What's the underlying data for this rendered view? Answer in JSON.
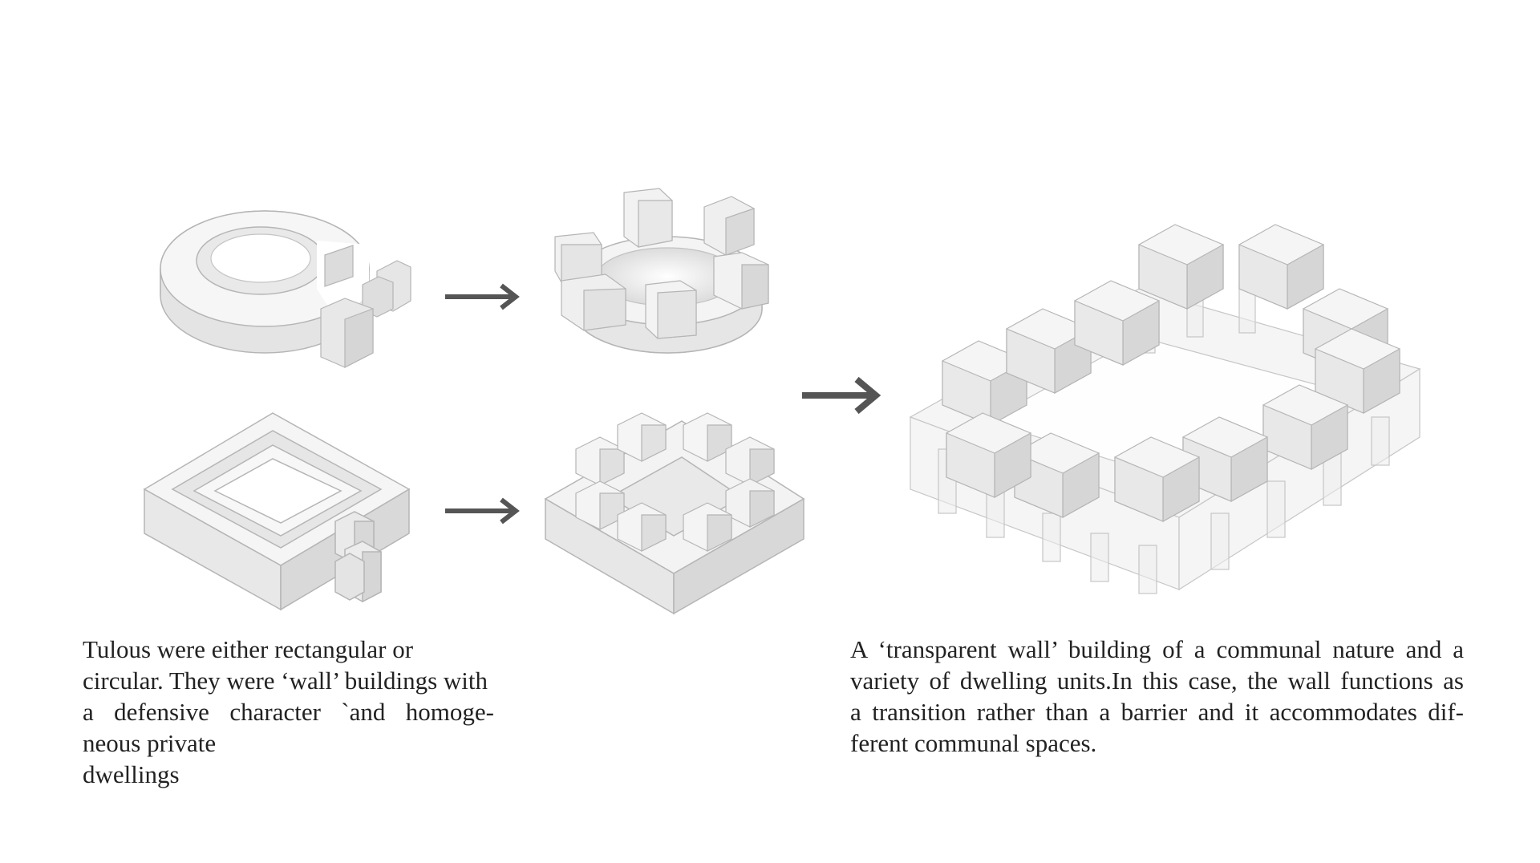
{
  "captions": {
    "left": {
      "lines": [
        "Tulous were either rectangular or",
        "circular. They were ‘wall’ buildings with",
        "a defensive character `and homoge-",
        "neous private",
        "dwellings"
      ]
    },
    "right": {
      "lines": [
        "A ‘transparent wall’ building of a communal nature and a",
        "variety of dwelling units.In this case, the wall functions as",
        "a transition rather than a barrier and it accommodates dif-",
        "ferent communal spaces."
      ]
    }
  },
  "colors": {
    "background": "#ffffff",
    "face_top": "#f6f6f6",
    "face_left": "#e6e6e6",
    "face_right": "#d6d6d6",
    "edge": "#b5b5b5",
    "arrow": "#555555",
    "text": "#222222"
  },
  "diagram": {
    "items": [
      {
        "id": "circular-tulou",
        "icon": "ring-wall-with-detached-units-icon"
      },
      {
        "id": "circular-transformed",
        "icon": "ring-wall-with-cubes-icon"
      },
      {
        "id": "rectangular-tulou",
        "icon": "square-wall-with-detached-units-icon"
      },
      {
        "id": "rectangular-transformed",
        "icon": "square-wall-with-cubes-icon"
      },
      {
        "id": "transparent-wall-building",
        "icon": "cubes-on-translucent-frame-icon"
      }
    ],
    "arrows": [
      "right-arrow-icon",
      "right-arrow-icon",
      "right-arrow-icon"
    ]
  }
}
